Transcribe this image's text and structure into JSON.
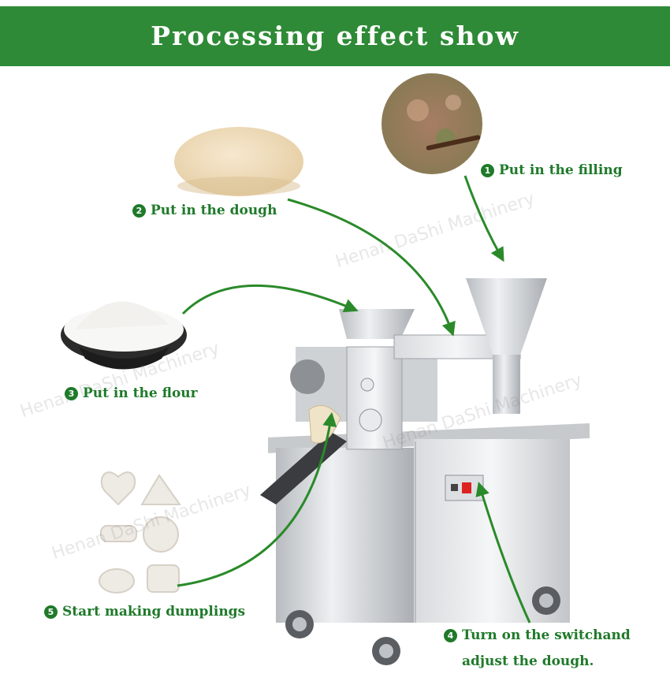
{
  "header": {
    "title": "Processing effect show"
  },
  "steps": [
    {
      "num": "1",
      "label": "Put in the filling"
    },
    {
      "num": "2",
      "label": "Put in the dough"
    },
    {
      "num": "3",
      "label": "Put in the flour"
    },
    {
      "num": "4",
      "label": "Turn on the switchand",
      "label2": "adjust the dough."
    },
    {
      "num": "5",
      "label": "Start making dumplings"
    }
  ],
  "watermark": "Henan DaShi Machinery",
  "colors": {
    "banner": "#2e8a36",
    "accent": "#1f7a2a"
  }
}
